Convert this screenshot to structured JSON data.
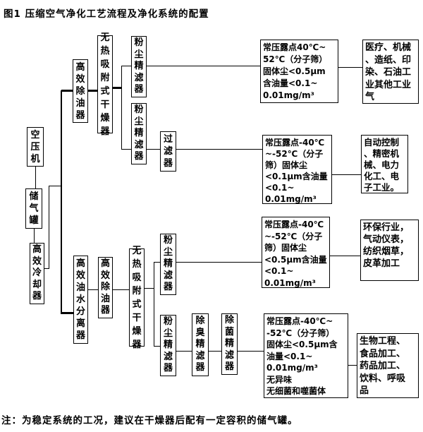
{
  "figure": {
    "title": "图1 压缩空气净化工艺流程及净化系统的配置",
    "note": "注：为稳定系统的工况，建议在干燥器后配有一定容积的储气罐。"
  },
  "flow_nodes": {
    "air_compressor": "空压机",
    "gas_tank": "储气罐",
    "cooler": "高效冷却器",
    "oil_remover_top": "高效除油器",
    "dryer_top": "无热吸附式干燥器",
    "dust_filter_top1": "粉尘精滤器",
    "dust_filter_top2": "粉尘精滤器",
    "filter": "过滤器",
    "oil_water_separator": "高效油水分离器",
    "oil_remover_bottom": "高效除油器",
    "dryer_bottom": "无热吸附式干燥器",
    "dust_filter_bot1": "粉尘精滤器",
    "dust_filter_bot2": "粉尘精滤器",
    "deodorizing_filter": "除臭精滤器",
    "sterilizing_filter": "除菌精滤器"
  },
  "spec_boxes": {
    "spec1": [
      "常压露点40℃~",
      "52℃（分子筛）",
      "固体尘<0.5μm",
      "含油量<0.1~",
      "0.01mg/m³"
    ],
    "spec2": [
      "常压露点-40℃",
      "~-52℃（分子",
      "筛）固体尘",
      "<0.1μm含油量",
      "<0.1~",
      "0.01mg/m³"
    ],
    "spec3": [
      "常压露点-40℃",
      "~-52℃（分子",
      "筛）固体尘",
      "<0.5μm含油量",
      "<0.1~",
      "0.01mg/m³"
    ],
    "spec4": [
      "常压露点-40℃~",
      "-52℃（分子筛）",
      "固体尘<0.5μm含",
      "油量<0.1~",
      "0.01mg/m³",
      "无异味",
      "无细菌和噬菌体"
    ]
  },
  "application_boxes": {
    "app1": [
      "医疗、机械",
      "、造纸、印",
      "染、石油工",
      "业其他工业",
      "气"
    ],
    "app2": [
      "自动控制",
      "、精密机",
      "械、电力",
      "化工、电",
      "子工业。"
    ],
    "app3": [
      "环保行业，",
      "气动仪表，",
      "纺织烟草，",
      "皮革加工"
    ],
    "app4": [
      "生物工程、",
      "食品加工、",
      "药品加工、",
      "饮料、呼吸",
      "品"
    ]
  }
}
